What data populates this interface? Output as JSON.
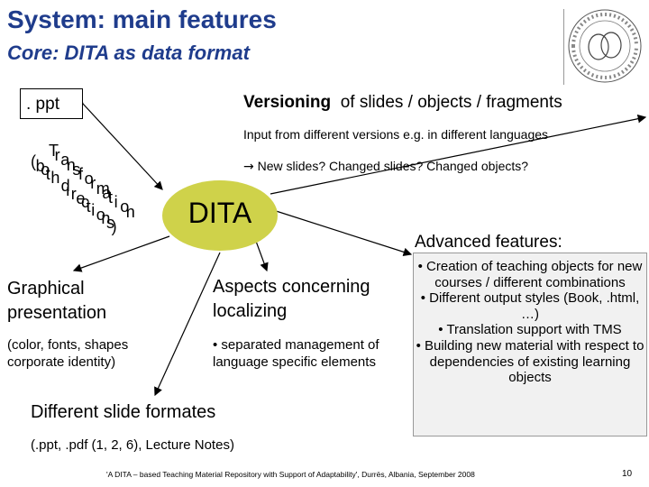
{
  "title": "System: main features",
  "subtitle": "Core: DITA as data format",
  "ppt_box": ". ppt",
  "versioning": {
    "bold": "Versioning",
    "rest": "  of slides / objects / fragments"
  },
  "input_line": "Input from different versions e.g. in different languages",
  "new_slides": {
    "arrow": "→",
    "text": " New slides? Changed slides? Changed objects?"
  },
  "transformation": {
    "line1_chars": [
      "T",
      "r",
      "a",
      "n",
      "s",
      "f",
      "o",
      "r",
      "m",
      "a",
      "t",
      "i",
      "o",
      "n"
    ],
    "line2_chars": [
      "(",
      "b",
      "o",
      "t",
      "h",
      " ",
      "d",
      "i",
      "r",
      "e",
      "c",
      "t",
      "i",
      "o",
      "n",
      "s",
      ")"
    ]
  },
  "dita": {
    "label": "DITA",
    "fill_color": "#cfd24a"
  },
  "advanced": {
    "title": "Advanced features:",
    "items": [
      "• Creation of teaching objects for new courses / different combinations",
      "• Different output styles (Book, .html, …)",
      "• Translation support with TMS",
      "• Building new material with respect to dependencies of existing learning objects"
    ]
  },
  "graphical": {
    "heading": "Graphical presentation",
    "detail": "(color, fonts, shapes corporate identity)"
  },
  "aspects": {
    "heading": "Aspects concerning localizing",
    "detail": "• separated management of language specific elements"
  },
  "formates": {
    "heading": "Different slide formates",
    "detail": "(.ppt, .pdf (1, 2, 6), Lecture Notes)"
  },
  "footer": "'A DITA – based Teaching Material Repository with Support of Adaptability', Durrës, Albania, September 2008",
  "page_number": "10",
  "colors": {
    "title": "#1f3c8c",
    "advanced_box": "#f1f1f1"
  }
}
